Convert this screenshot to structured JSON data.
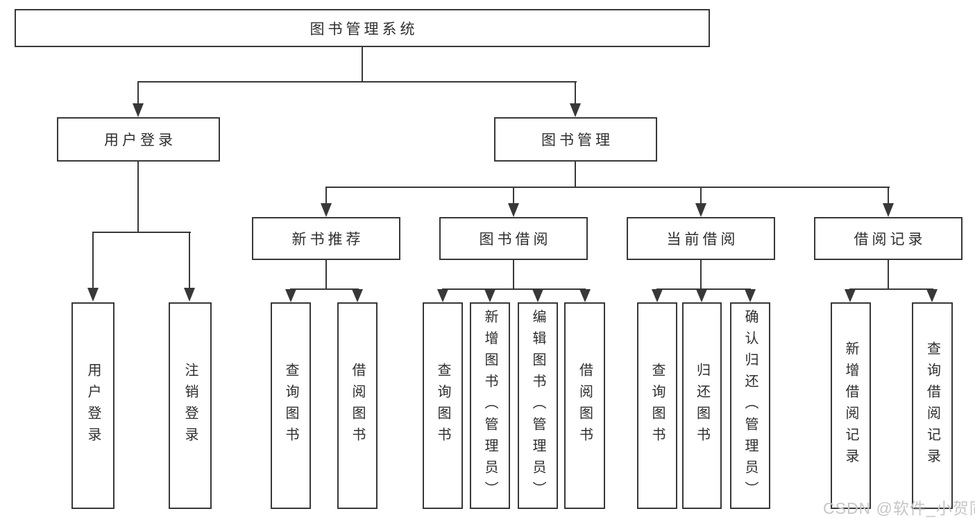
{
  "diagram": {
    "root": {
      "label": "图书管理系统"
    },
    "branches": [
      {
        "label": "用户登录",
        "children": [
          "用户登录",
          "注销登录"
        ]
      },
      {
        "label": "图书管理",
        "sub_branches": [
          {
            "label": "新书推荐",
            "children": [
              "查询图书",
              "借阅图书"
            ]
          },
          {
            "label": "图书借阅",
            "children": [
              "查询图书",
              "新增图书（管理员）",
              "编辑图书（管理员）",
              "借阅图书"
            ]
          },
          {
            "label": "当前借阅",
            "children": [
              "查询图书",
              "归还图书",
              "确认归还（管理员）"
            ]
          },
          {
            "label": "借阅记录",
            "children": [
              "新增借阅记录",
              "查询借阅记录"
            ]
          }
        ]
      }
    ]
  },
  "watermark": {
    "text": "CSDN @软件_小贺同学",
    "color": "#c6c6c6"
  },
  "colors": {
    "line": "#383838",
    "text": "#2e2e2e",
    "background": "#ffffff"
  }
}
